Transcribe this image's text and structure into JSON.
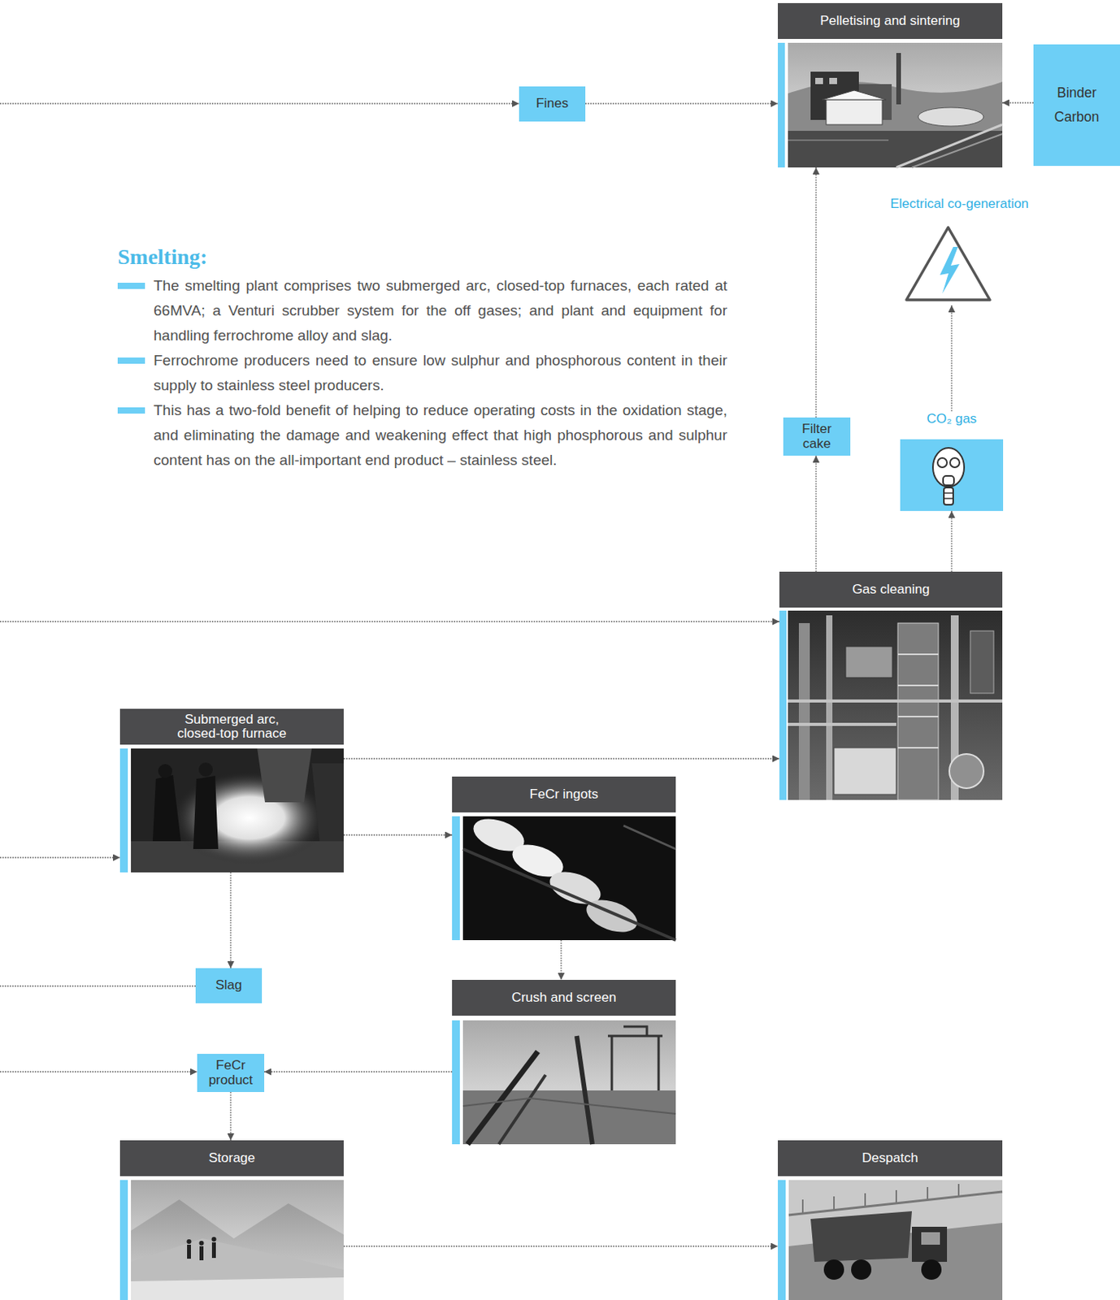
{
  "diagram": {
    "nodes": [
      {
        "text": [
          "Pelletising and sintering"
        ]
      },
      {
        "text": [
          "Fines"
        ]
      },
      {
        "text": [
          "Binder",
          "Carbon"
        ]
      },
      {
        "text": [
          "Electrical co-generation"
        ]
      },
      {
        "text": [
          "Filter cake"
        ]
      },
      {
        "text": [
          "CO₂ gas"
        ]
      },
      {
        "text": [
          "Gas cleaning"
        ]
      },
      {
        "text": [
          "Submerged arc, closed-top furnace"
        ]
      },
      {
        "text": [
          "FeCr ingots"
        ]
      },
      {
        "text": [
          "Slag"
        ]
      },
      {
        "text": [
          "Crush and screen"
        ]
      },
      {
        "text": [
          "FeCr product"
        ]
      },
      {
        "text": [
          "Storage"
        ]
      },
      {
        "text": [
          "Despatch"
        ]
      }
    ],
    "edges": [
      {
        "from": 1,
        "to": 0,
        "arrow": "to"
      },
      {
        "from": 2,
        "to": 0,
        "arrow": "to"
      },
      {
        "from": 4,
        "to": 0,
        "arrow": "to"
      },
      {
        "from": 6,
        "to": 4,
        "arrow": "to"
      },
      {
        "from": 6,
        "to": 5,
        "arrow": "to"
      },
      {
        "from": 5,
        "to": 3,
        "arrow": "to"
      },
      {
        "from": 7,
        "to": 6,
        "arrow": "to"
      },
      {
        "from": 7,
        "to": 8,
        "arrow": "to"
      },
      {
        "from": 7,
        "to": 9,
        "arrow": "to"
      },
      {
        "from": 8,
        "to": 10,
        "arrow": "to"
      },
      {
        "from": 10,
        "to": 11,
        "arrow": "to"
      },
      {
        "from": 11,
        "to": 12,
        "arrow": "to"
      },
      {
        "from": 12,
        "to": 13,
        "arrow": "to"
      }
    ],
    "labels": [
      "Smelting:",
      "The smelting plant comprises two submerged arc, closed-top furnaces, each rated at 66MVA; a Venturi scrubber system for the off gases; and plant and equipment for handling ferrochrome alloy and slag.",
      "Ferrochrome producers need to ensure low sulphur and phosphorous content in their supply to stainless steel producers.",
      "This has a two-fold benefit of helping to reduce operating costs in the oxidation stage, and eliminating the damage and weakening effect that high phosphorous and sulphur content has on the all-important end product – stainless steel."
    ]
  }
}
